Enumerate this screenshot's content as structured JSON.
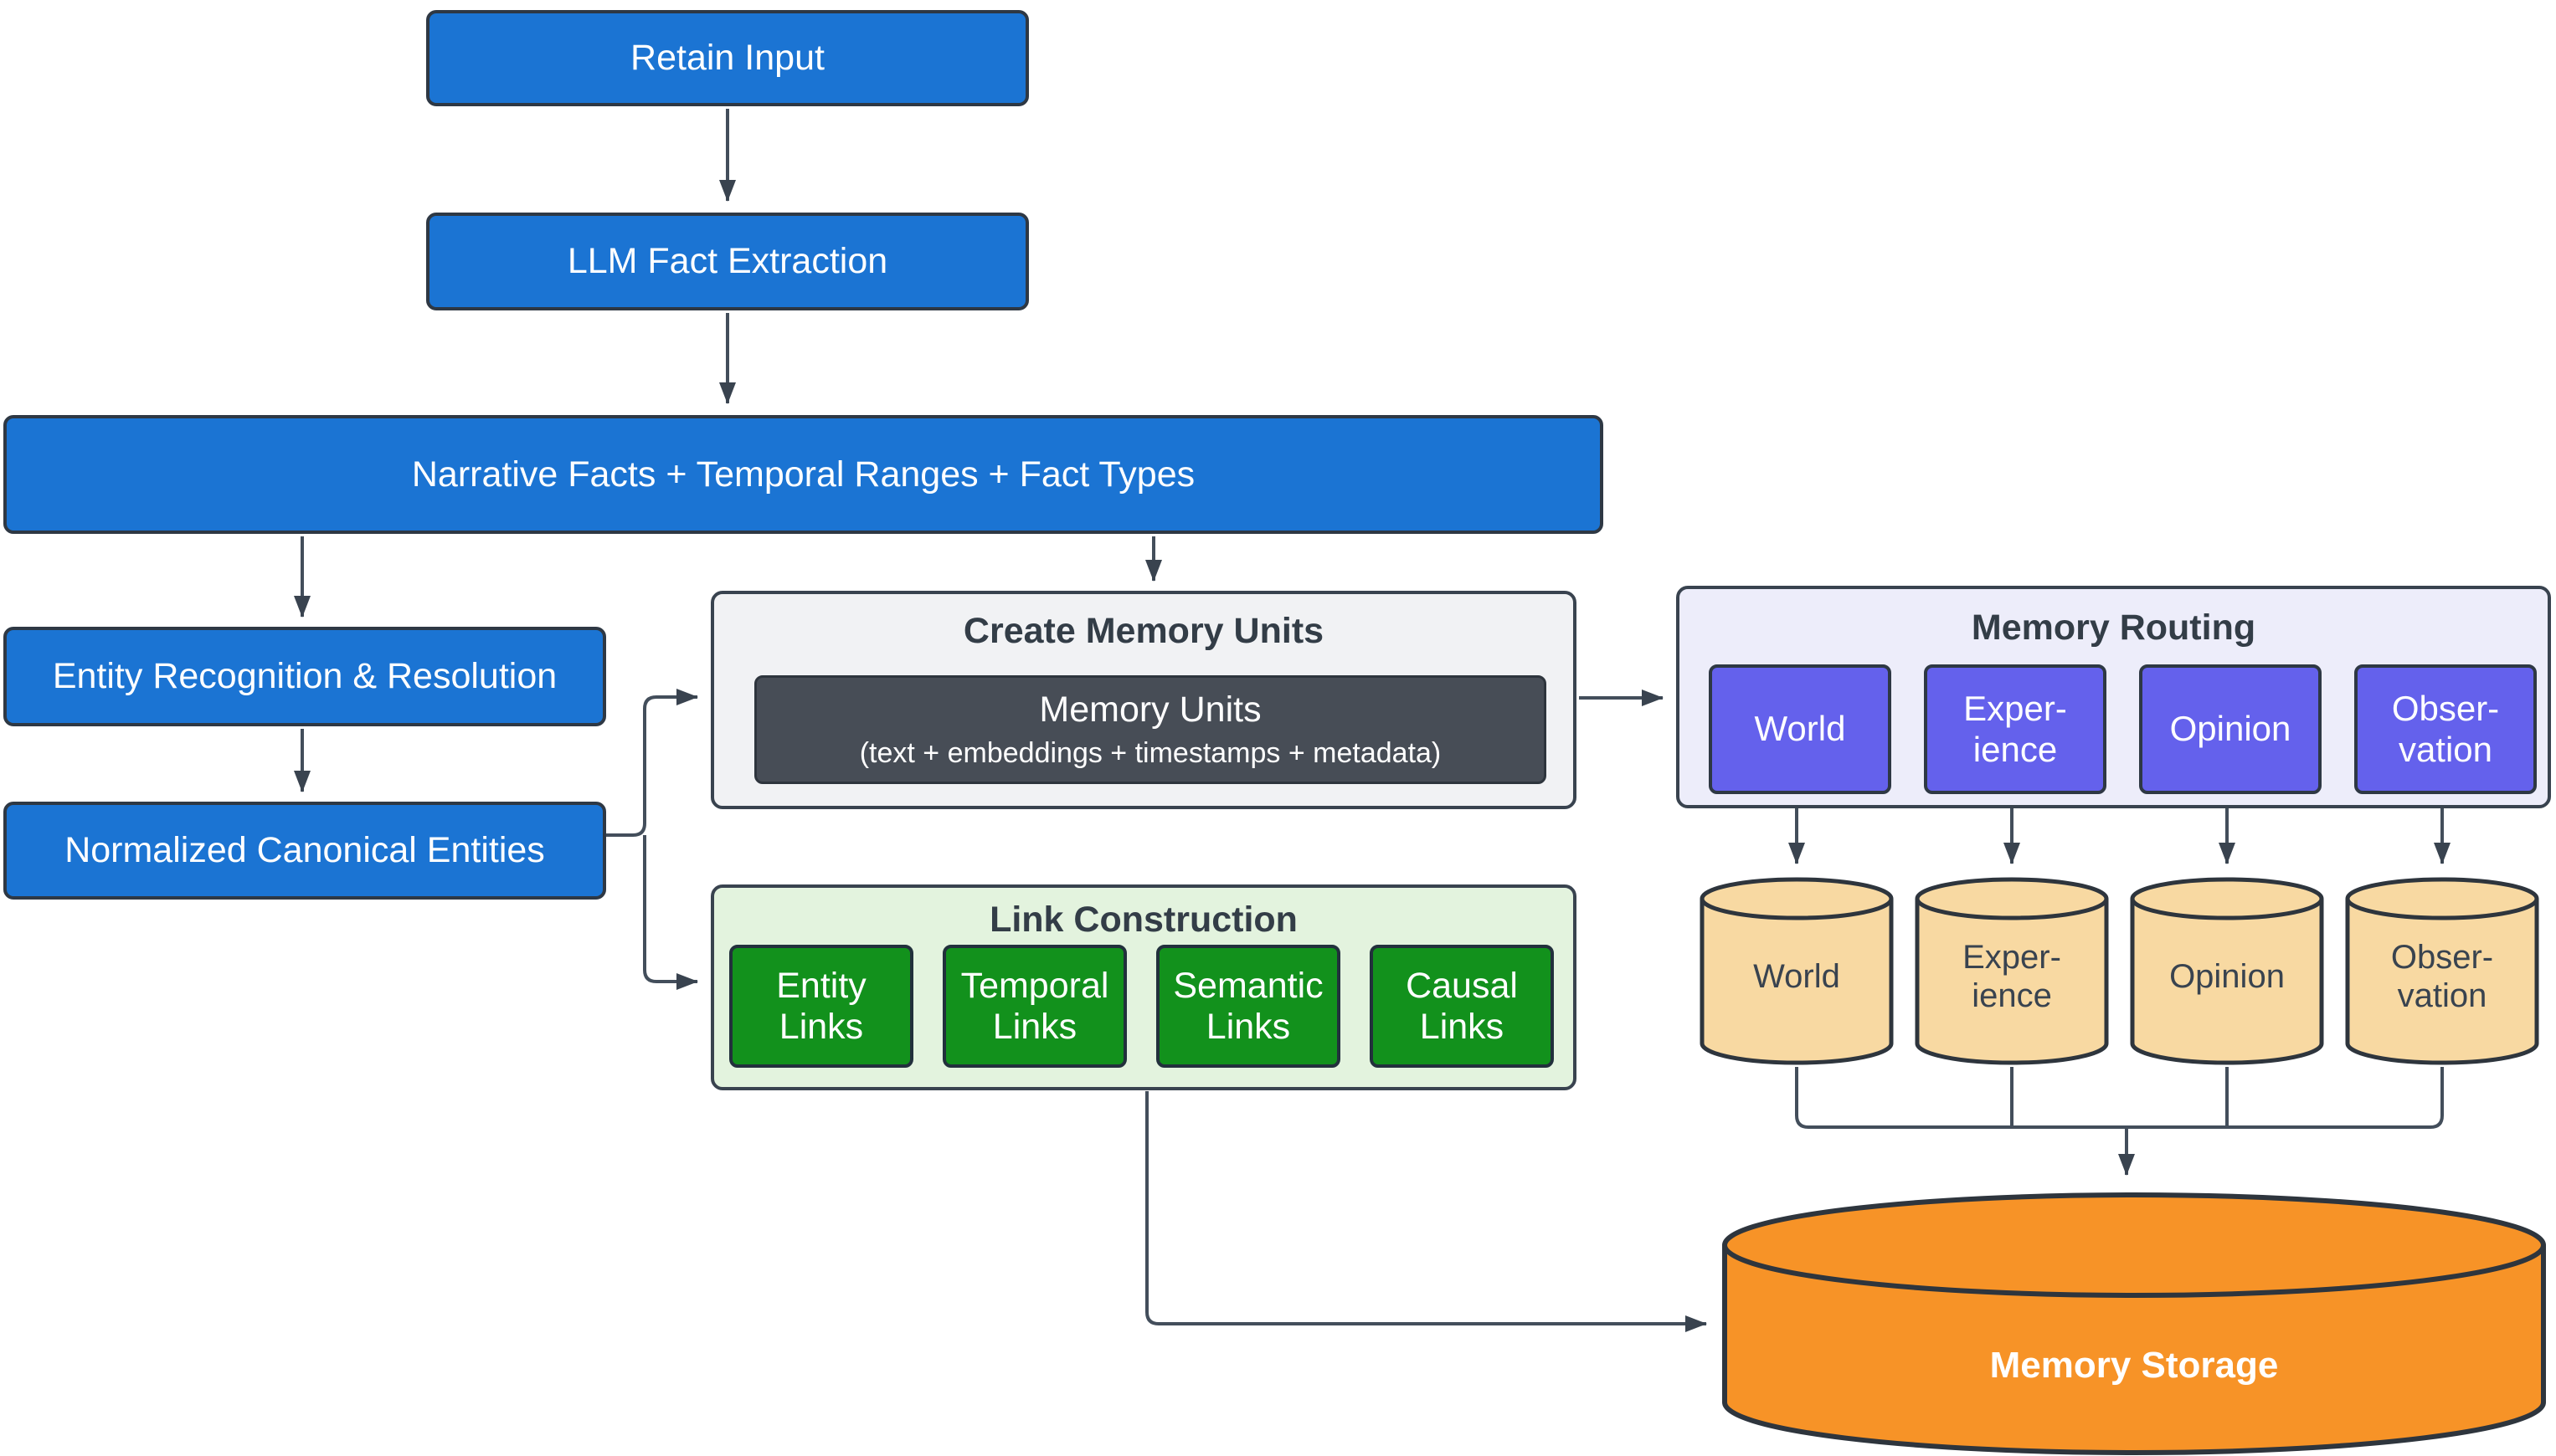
{
  "flow": {
    "retain_input": "Retain Input",
    "llm_fact_extraction": "LLM Fact Extraction",
    "narrative_facts": "Narrative Facts + Temporal Ranges + Fact Types",
    "entity_recognition": "Entity Recognition & Resolution",
    "normalized_entities": "Normalized Canonical Entities"
  },
  "create_memory_units": {
    "title": "Create Memory Units",
    "unit_label": "Memory Units",
    "unit_sublabel": "(text + embeddings + timestamps + metadata)"
  },
  "link_construction": {
    "title": "Link Construction",
    "links": [
      "Entity\nLinks",
      "Temporal\nLinks",
      "Semantic\nLinks",
      "Causal\nLinks"
    ]
  },
  "memory_routing": {
    "title": "Memory Routing",
    "routes": [
      "World",
      "Exper-\nience",
      "Opinion",
      "Obser-\nvation"
    ]
  },
  "memory_stores": [
    "World",
    "Exper-\nience",
    "Opinion",
    "Obser-\nvation"
  ],
  "memory_storage": {
    "label": "Memory Storage"
  },
  "colors": {
    "node_blue": "#1b74d3",
    "box_green": "#12911c",
    "box_purple": "#6461ec",
    "container_gray": "#f1f2f4",
    "container_green": "#e3f3de",
    "container_purple": "#ededfa",
    "dark_box": "#474d56",
    "cylinder_tan": "#f8d9a2",
    "cylinder_orange": "#f79327",
    "stroke": "#39434f"
  }
}
